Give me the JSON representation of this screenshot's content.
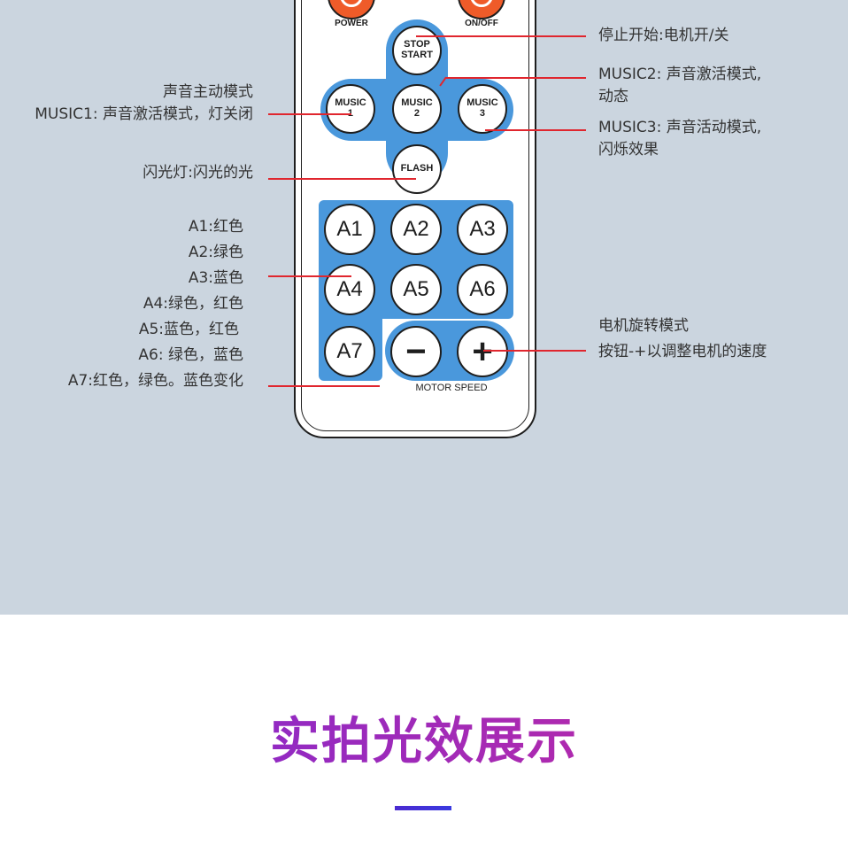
{
  "remote": {
    "power_label": "POWER",
    "onoff_label": "ON/OFF",
    "stop_start": "STOP\nSTART",
    "music1": "MUSIC\n1",
    "music2": "MUSIC\n2",
    "music3": "MUSIC\n3",
    "flash": "FLASH",
    "a1": "A1",
    "a2": "A2",
    "a3": "A3",
    "a4": "A4",
    "a5": "A5",
    "a6": "A6",
    "a7": "A7",
    "minus": "−",
    "plus": "+",
    "motor_speed": "MOTOR SPEED"
  },
  "annotations": {
    "stop_start": "停止开始:电机开/关",
    "music2_line1": "MUSIC2: 声音激活模式,",
    "music2_line2": "动态",
    "music3_line1": "MUSIC3: 声音活动模式,",
    "music3_line2": "闪烁效果",
    "music1_line1": "声音主动模式",
    "music1_line2": "MUSIC1:  声音激活模式，灯关闭",
    "flash": "闪光灯:闪光的光",
    "colors": [
      "A1:红色",
      "A2:绿色",
      "A3:蓝色",
      "A4:绿色，红色",
      "A5:蓝色，红色",
      "A6: 绿色，蓝色",
      "A7:红色，绿色。蓝色变化"
    ],
    "motor_line1": "电机旋转模式",
    "motor_line2": "按钮-+以调整电机的速度"
  },
  "headline": "实拍光效展示",
  "colors": {
    "panel_bg": "#cbd5df",
    "remote_blue": "#4a98dc",
    "leader_red": "#e0262e",
    "button_orange": "#ef5b29",
    "headline_gradient_start": "#7b2ad4",
    "headline_gradient_end": "#c8299e"
  }
}
